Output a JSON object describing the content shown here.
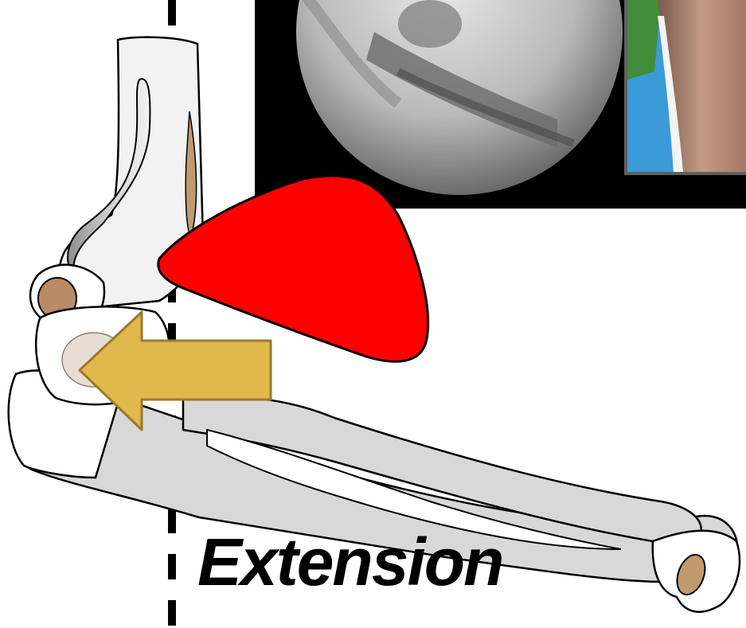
{
  "figure": {
    "caption": "Extension",
    "inset_images": [
      {
        "label": "fluoroscopy-image",
        "description_hidden": true
      },
      {
        "label": "clinical-photo",
        "description_hidden": true
      }
    ],
    "colors": {
      "background": "#ffffff",
      "inset_frame": "#000000",
      "red_mass": "#ff0000",
      "arrow": "#e0b84c",
      "bone_fill": "#d8d8d8",
      "bone_light": "#f2f2f2",
      "cartilage": "#b8936a",
      "axis_line": "#000000"
    }
  }
}
